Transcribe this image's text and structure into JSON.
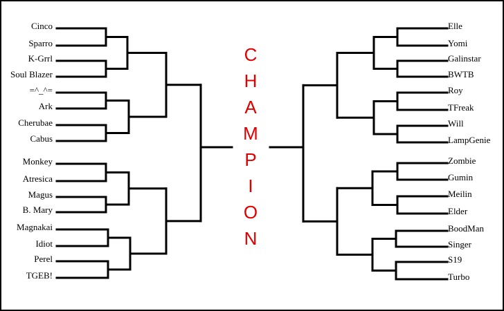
{
  "title": {
    "letters": [
      "C",
      "H",
      "A",
      "M",
      "P",
      "I",
      "O",
      "N"
    ],
    "color": "#e00000"
  },
  "left_players": [
    "Cinco",
    "Sparro",
    "K-Grrl",
    "Soul Blazer",
    "=^_^=",
    "Ark",
    "Cherubae",
    "Cabus",
    "Monkey",
    "Atresica",
    "Magus",
    "B. Mary",
    "Magnakai",
    "Idiot",
    "Perel",
    "TGEB!"
  ],
  "right_players": [
    "Elle",
    "Yomi",
    "Galinstar",
    "BWTB",
    "Roy",
    "TFreak",
    "Will",
    "LampGenie",
    "Zombie",
    "Gumin",
    "Meilin",
    "Elder",
    "BoodMan",
    "Singer",
    "S19",
    "Turbo"
  ],
  "line_color": "#000000"
}
